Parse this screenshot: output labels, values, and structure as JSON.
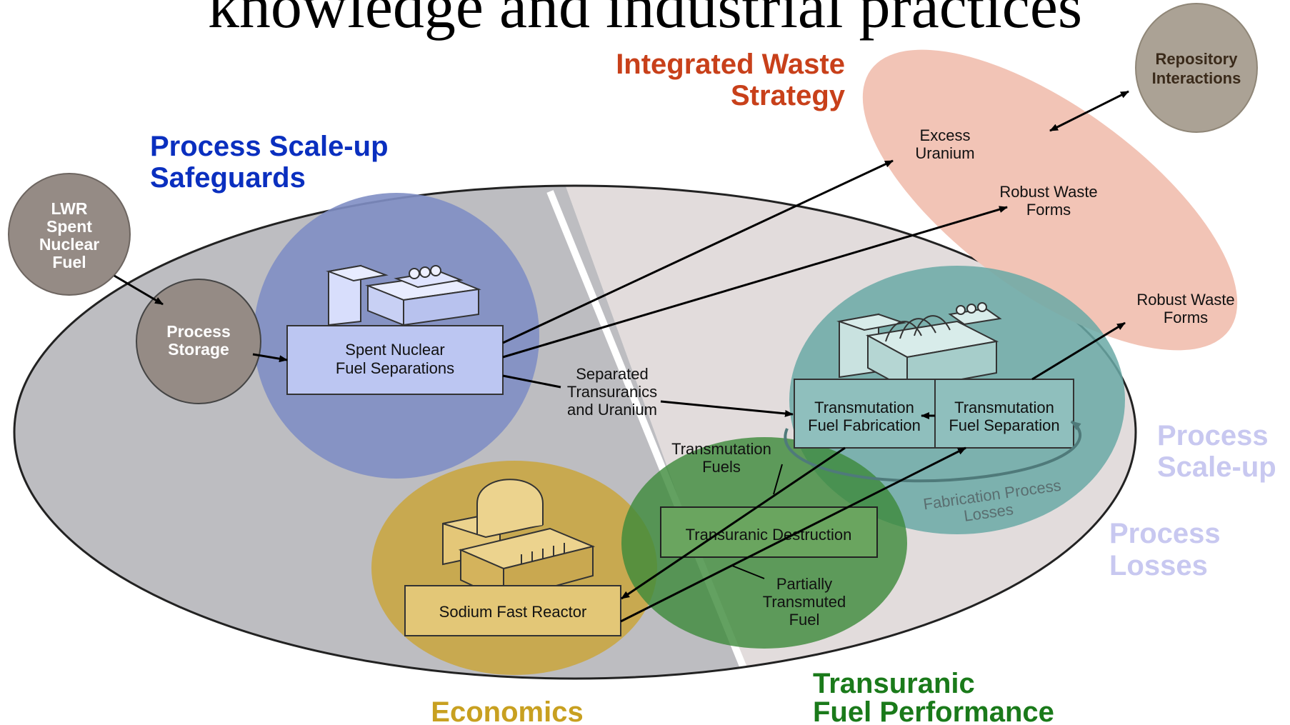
{
  "title": "knowledge and industrial practices",
  "headers": {
    "scaleup_safeguards": [
      "Process Scale-up",
      "Safeguards"
    ],
    "waste_strategy": [
      "Integrated Waste",
      "Strategy"
    ],
    "scaleup_right": [
      "Process",
      "Scale-up"
    ],
    "losses_right": [
      "Process",
      "Losses"
    ],
    "economics": "Economics",
    "tru_fuel": [
      "Transuranic",
      "Fuel Performance"
    ]
  },
  "circles": {
    "lwr": [
      "LWR",
      "Spent",
      "Nuclear",
      "Fuel"
    ],
    "storage": [
      "Process",
      "Storage"
    ],
    "repository": [
      "Repository",
      "Interactions"
    ]
  },
  "boxes": {
    "separations": [
      "Spent Nuclear",
      "Fuel Separations"
    ],
    "fabrication": [
      "Transmutation",
      "Fuel Fabrication"
    ],
    "tfs": [
      "Transmutation",
      "Fuel Separation"
    ],
    "destruction": "Transuranic Destruction",
    "sfr": "Sodium Fast Reactor"
  },
  "flow_labels": {
    "excess_uranium": [
      "Excess",
      "Uranium"
    ],
    "robust_waste_1": [
      "Robust Waste",
      "Forms"
    ],
    "robust_waste_2": [
      "Robust Waste",
      "Forms"
    ],
    "separated": [
      "Separated",
      "Transuranics",
      "and Uranium"
    ],
    "trans_fuels": [
      "Transmutation",
      "Fuels"
    ],
    "partial": [
      "Partially",
      "Transmuted",
      "Fuel"
    ],
    "fab_losses": [
      "Fabrication Process",
      "Losses"
    ]
  },
  "colors": {
    "blue_header": "#0a2fbf",
    "red_header": "#c8401a",
    "lavender_header": "#c8c8f0",
    "gold_header": "#c8a020",
    "green_header": "#1a7a1a"
  }
}
